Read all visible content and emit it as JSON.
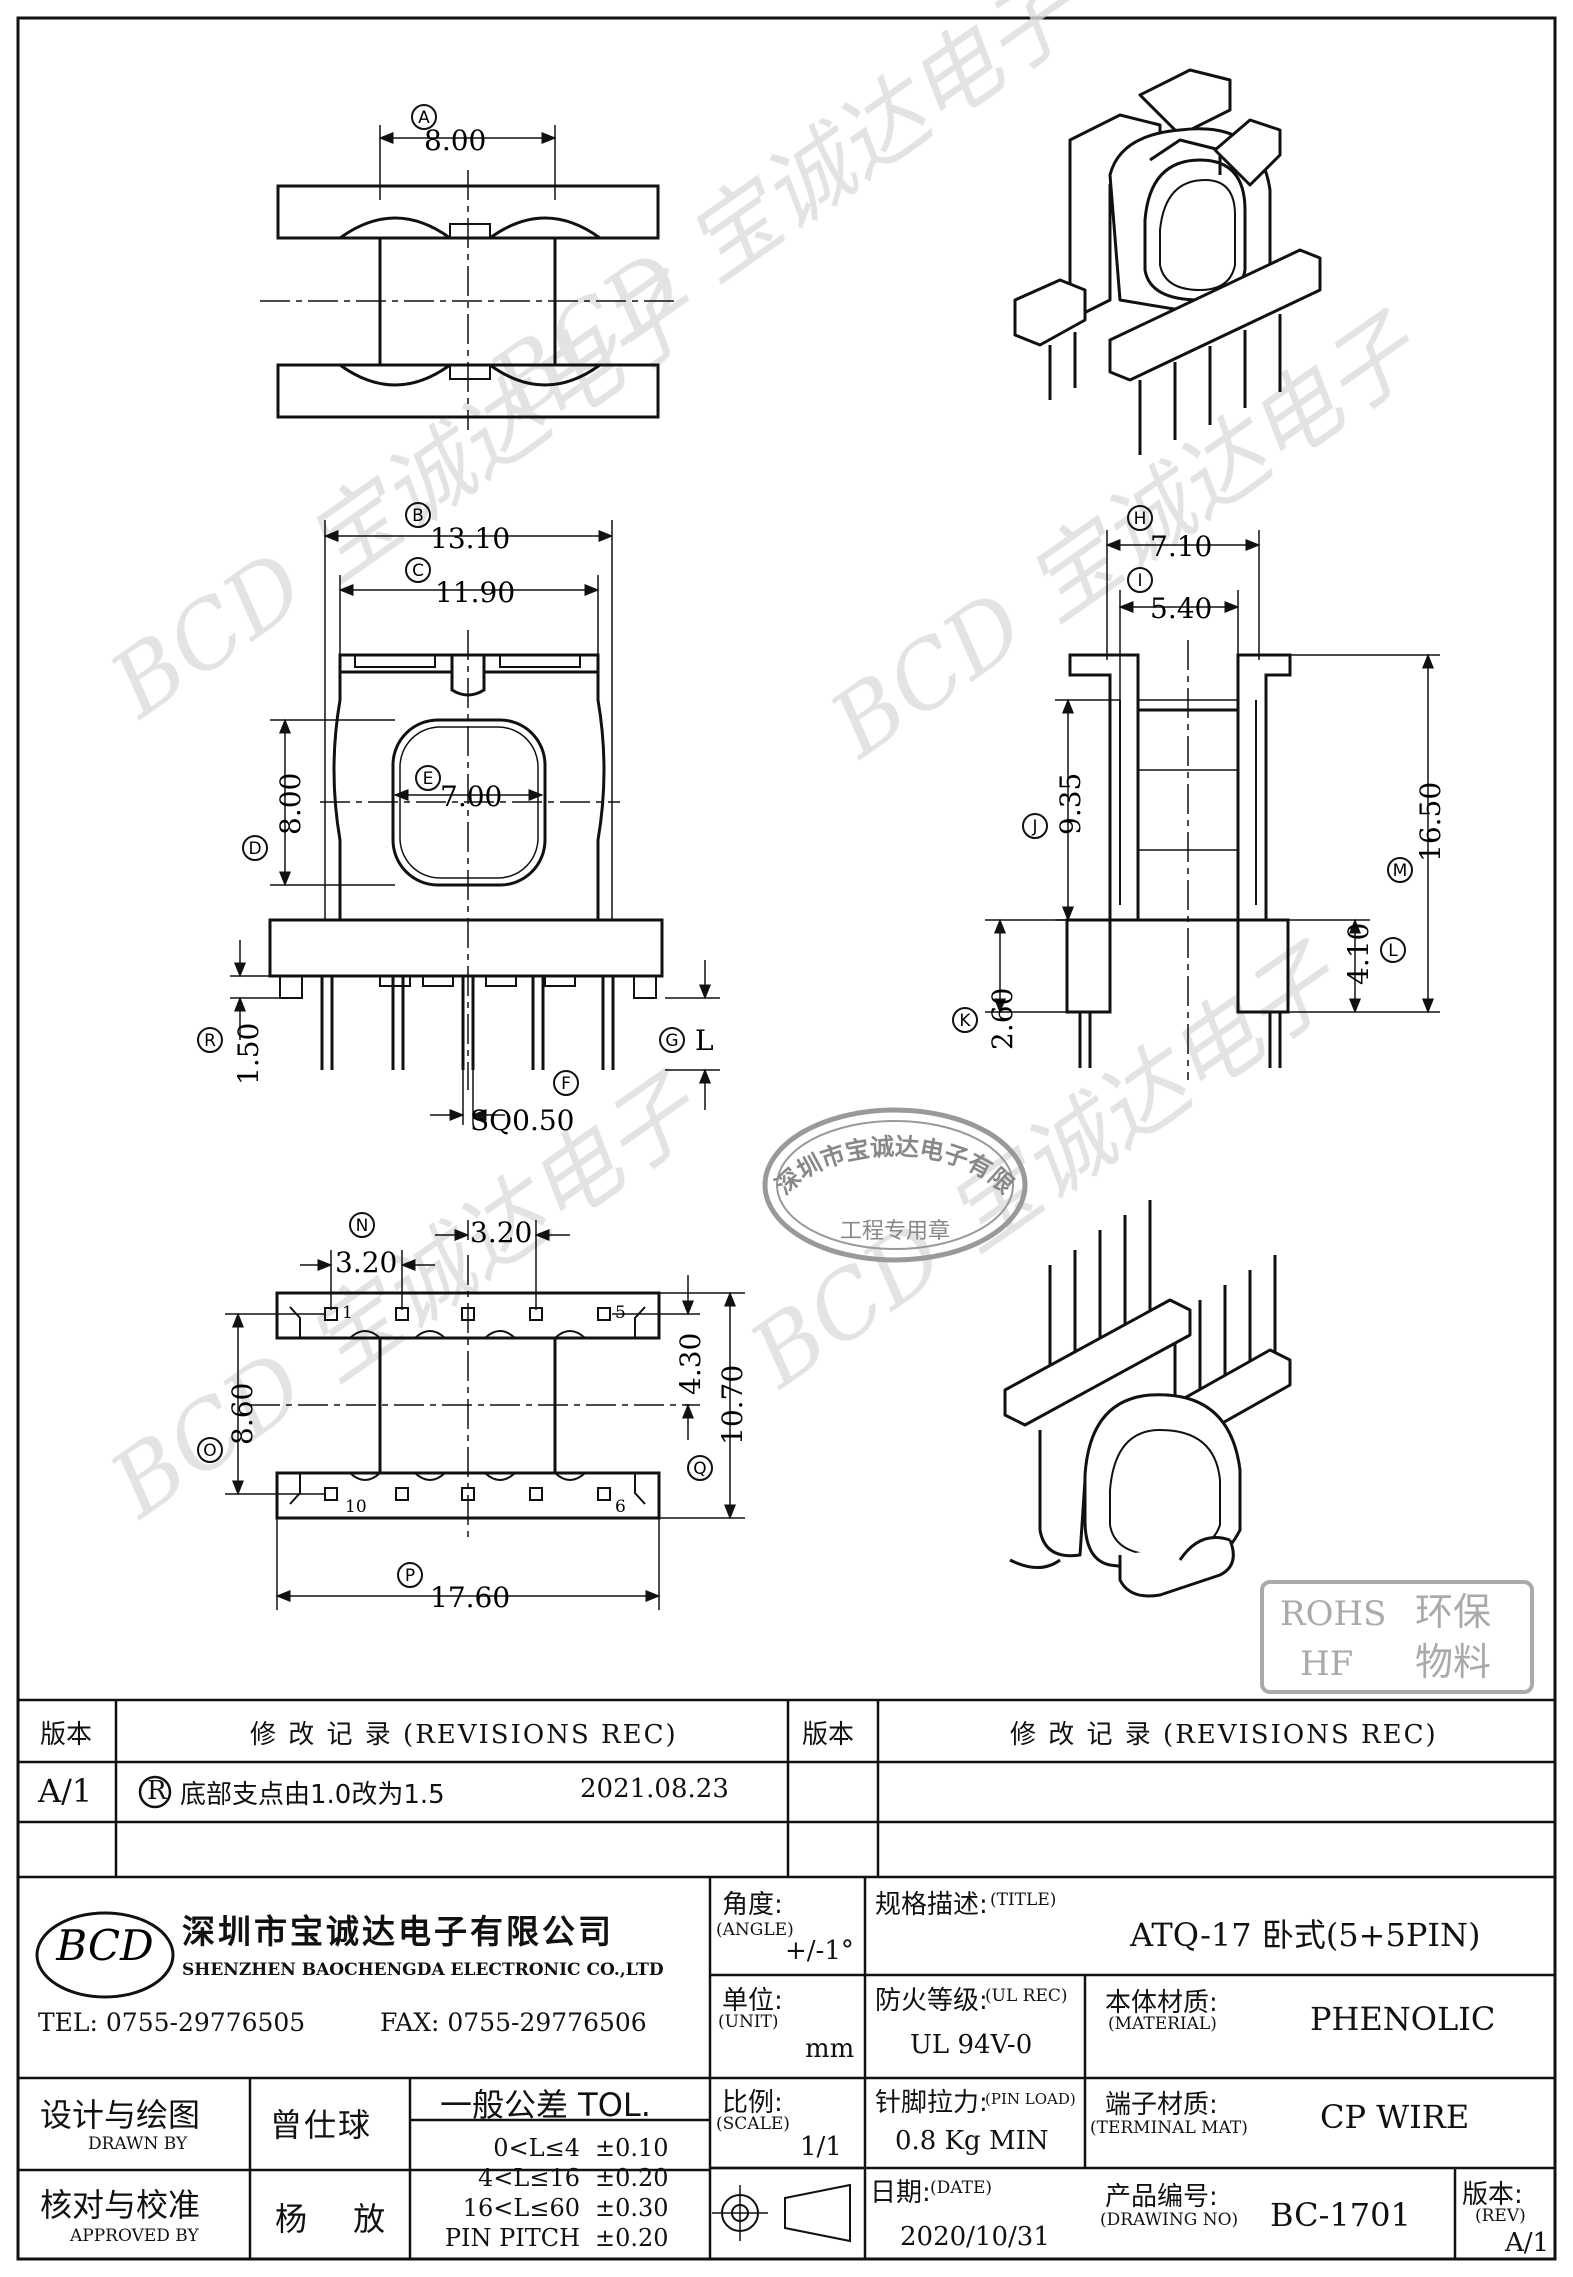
{
  "dimensions": {
    "A": "8.00",
    "B": "13.10",
    "C": "11.90",
    "D": "8.00",
    "E": "7.00",
    "F": "SQ0.50",
    "G": "L",
    "R": "1.50",
    "H": "7.10",
    "I": "5.40",
    "J": "9.35",
    "K": "2.60",
    "L": "4.10",
    "M": "16.50",
    "N": "3.20",
    "N2": "3.20",
    "O": "8.60",
    "P": "17.60",
    "Q": "10.70",
    "Q2": "4.30"
  },
  "callouts": [
    "A",
    "B",
    "C",
    "D",
    "E",
    "F",
    "G",
    "R",
    "H",
    "I",
    "J",
    "K",
    "L",
    "M",
    "N",
    "O",
    "P",
    "Q"
  ],
  "pin_labels": {
    "p1": "1",
    "p5": "5",
    "p10": "10",
    "p6": "6"
  },
  "seal": {
    "text": "深圳市宝诚达电子有限公司",
    "sub": "工程专用章"
  },
  "watermark": "BCD 宝诚达电子",
  "rohs": {
    "l1": "ROHS",
    "l2": "HF",
    "r1": "环保",
    "r2": "物料"
  },
  "revisions": {
    "ver_header": "版本",
    "rec_header": "修 改 记 录 (REVISIONS REC)",
    "ver_header2": "版本",
    "rec_header2": "修 改 记 录 (REVISIONS REC)",
    "row1_ver": "A/1",
    "row1_mark": "R",
    "row1_text": "底部支点由1.0改为1.5",
    "row1_date": "2021.08.23"
  },
  "company": {
    "logo": "BCD",
    "name_cn": "深圳市宝诚达电子有限公司",
    "name_en": "SHENZHEN BAOCHENGDA ELECTRONIC CO.,LTD",
    "tel": "TEL: 0755-29776505",
    "fax": "FAX: 0755-29776506"
  },
  "title_block": {
    "angle_label": "角度:",
    "angle_en": "(ANGLE)",
    "angle_val": "+/-1°",
    "title_label": "规格描述:",
    "title_en": "(TITLE)",
    "title_val": "ATQ-17 卧式(5+5PIN)",
    "unit_label": "单位:",
    "unit_en": "(UNIT)",
    "unit_val": "mm",
    "ul_label": "防火等级:",
    "ul_en": "(UL REC)",
    "ul_val": "UL 94V-0",
    "mat_label": "本体材质:",
    "mat_en": "(MATERIAL)",
    "mat_val": "PHENOLIC",
    "design_label": "设计与绘图",
    "design_en": "DRAWN BY",
    "design_val": "曾仕球",
    "tol_label": "一般公差 TOL.",
    "tol_rows": [
      {
        "range": "0<L≤4",
        "val": "±0.10"
      },
      {
        "range": "4<L≤16",
        "val": "±0.20"
      },
      {
        "range": "16<L≤60",
        "val": "±0.30"
      },
      {
        "range": "PIN PITCH",
        "val": "±0.20"
      }
    ],
    "scale_label": "比例:",
    "scale_en": "(SCALE)",
    "scale_val": "1/1",
    "pin_label": "针脚拉力:",
    "pin_en": "(PIN LOAD)",
    "pin_val": "0.8 Kg MIN",
    "term_label": "端子材质:",
    "term_en": "(TERMINAL MAT)",
    "term_val": "CP WIRE",
    "check_label": "核对与校准",
    "check_en": "APPROVED BY",
    "check_val": "杨 放",
    "date_label": "日期:",
    "date_en": "(DATE)",
    "date_val": "2020/10/31",
    "dwg_label": "产品编号:",
    "dwg_en": "(DRAWING NO)",
    "dwg_val": "BC-1701",
    "rev_label": "版本:",
    "rev_en": "(REV)",
    "rev_val": "A/1"
  }
}
